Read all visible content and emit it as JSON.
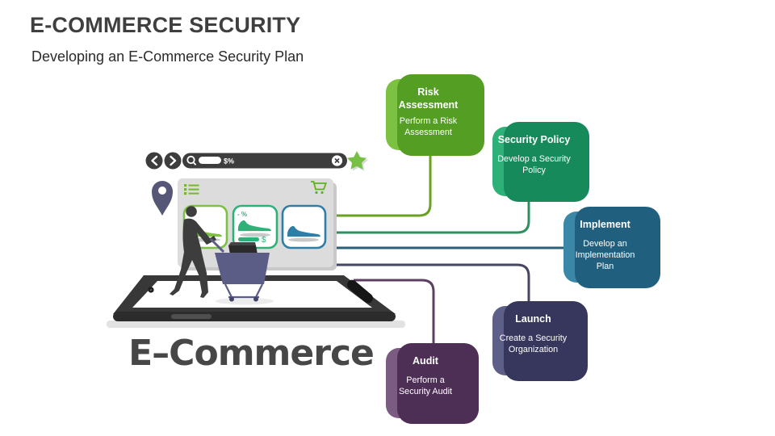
{
  "slide": {
    "title": "E-COMMERCE SECURITY",
    "subtitle": "Developing an E-Commerce Security Plan"
  },
  "steps": [
    {
      "id": "risk-assessment",
      "title": "Risk Assessment",
      "body": "Perform a Risk Assessment",
      "color": "#7cc142",
      "shadow_color": "#539e23",
      "connector_color": "#69a21f"
    },
    {
      "id": "security-policy",
      "title": "Security Policy",
      "body": "Develop a Security Policy",
      "color": "#2eb179",
      "shadow_color": "#178a5b",
      "connector_color": "#2e9060"
    },
    {
      "id": "implement",
      "title": "Implement",
      "body": "Develop an Implementation Plan",
      "color": "#3a87a8",
      "shadow_color": "#20607e",
      "connector_color": "#2a5f78"
    },
    {
      "id": "launch",
      "title": "Launch",
      "body": "Create a Security Organization",
      "color": "#5e5f88",
      "shadow_color": "#37375e",
      "connector_color": "#454762"
    },
    {
      "id": "audit",
      "title": "Audit",
      "body": "Perform a Security Audit",
      "color": "#7b5b81",
      "shadow_color": "#4d2f55",
      "connector_color": "#5c3f63"
    }
  ],
  "illustration": {
    "logo_text": "E–Commerce",
    "browser": {
      "search_text": "$%"
    },
    "product_cards": [
      {
        "accent": "#7cc142",
        "badge": "",
        "price": ""
      },
      {
        "accent": "#2eb179",
        "badge": "- %",
        "price": "$"
      },
      {
        "accent": "#2e7fa8",
        "badge": "",
        "price": ""
      }
    ],
    "icon_names": [
      "back-icon",
      "forward-icon",
      "search-icon",
      "clear-icon",
      "favorite-star-icon",
      "location-pin-icon",
      "menu-list-icon",
      "cart-icon",
      "shopper-silhouette",
      "shopping-cart",
      "tablet"
    ],
    "colors": {
      "bright_green": "#7cc142",
      "emerald": "#2eb179",
      "steel_blue": "#2e7fa8",
      "slate_purple": "#5c5d87",
      "dark_gray": "#3d3d3d",
      "card_gray": "#dcdcdc",
      "star_green": "#76c043"
    }
  }
}
